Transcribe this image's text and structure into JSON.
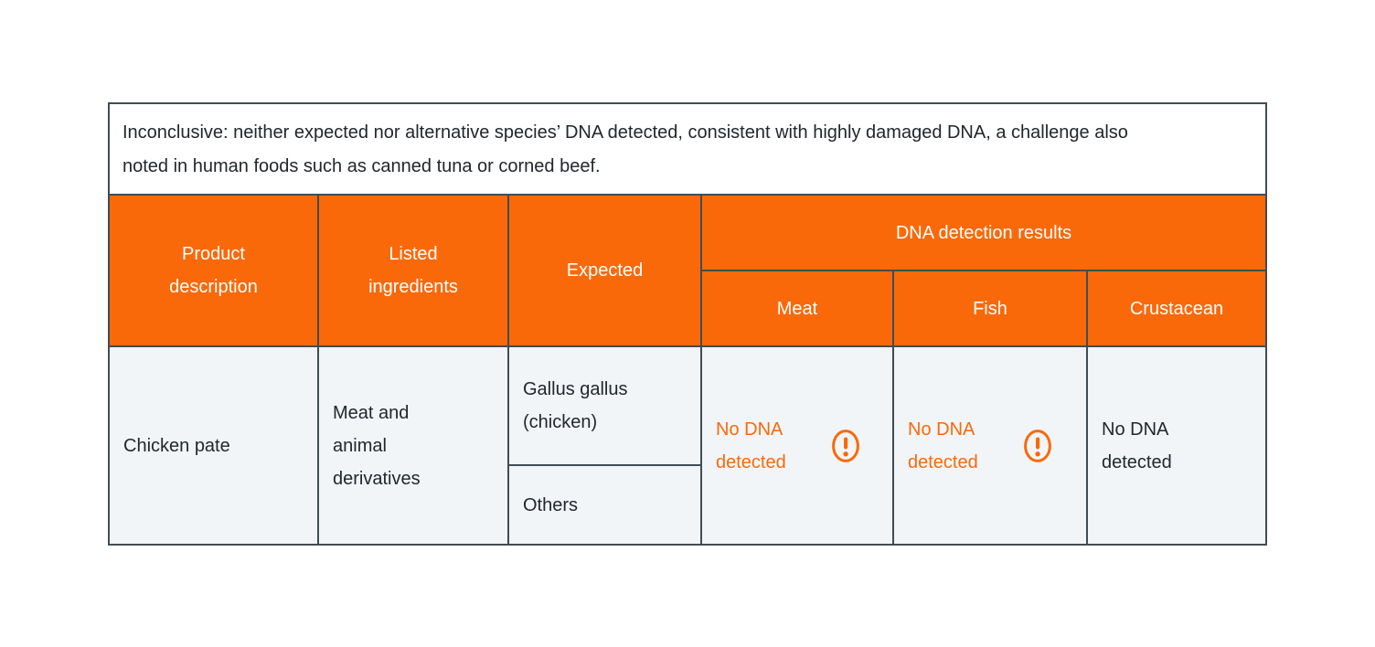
{
  "colors": {
    "accent_orange": "#F9690A",
    "border_dark": "#3F4D55",
    "cell_bg": "#F2F5F8",
    "note_bg": "#FFFFFF",
    "page_bg": "#FFFFFF",
    "header_text": "#FFFFFF",
    "text_dark": "#21272C"
  },
  "icons": {
    "warning": "circle-exclamation"
  },
  "note": {
    "text": "Inconclusive: neither expected nor alternative species’ DNA detected, consistent with highly damaged DNA, a challenge also noted in human foods such as canned tuna or corned beef."
  },
  "table": {
    "headers": {
      "product": "Product description",
      "ingredients": "Listed ingredients",
      "expected": "Expected",
      "dna_results": "DNA detection results",
      "meat": "Meat",
      "fish": "Fish",
      "crustacean": "Crustacean"
    },
    "row": {
      "product": "Chicken pate",
      "ingredients": "Meat and animal derivatives",
      "expected_primary": "Gallus gallus (chicken)",
      "expected_secondary": "Others",
      "results": {
        "meat": {
          "text": "No DNA detected",
          "warning": true
        },
        "fish": {
          "text": "No DNA detected",
          "warning": true
        },
        "crustacean": {
          "text": "No DNA detected",
          "warning": false
        }
      }
    }
  }
}
